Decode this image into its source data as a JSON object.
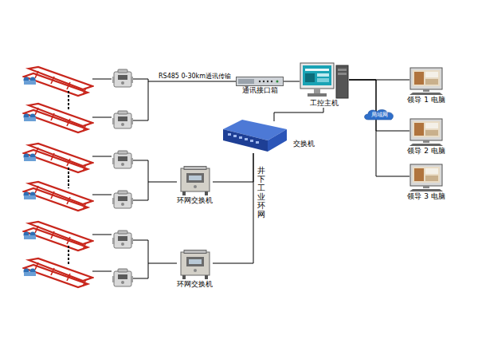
{
  "diagram": {
    "nodes": [
      {
        "text": [
          "通讯接口箱"
        ]
      },
      {
        "text": [
          "工控主机"
        ]
      },
      {
        "text": [
          "交换机"
        ]
      },
      {
        "text": [
          "环网交换机"
        ]
      },
      {
        "text": [
          "环网交换机"
        ]
      },
      {
        "text": [
          "局域网"
        ]
      },
      {
        "text": [
          "领导 1 电脑"
        ]
      },
      {
        "text": [
          "领导 2 电脑"
        ]
      },
      {
        "text": [
          "领导 3 电脑"
        ]
      }
    ],
    "edges": [
      {
        "from": 0,
        "to": 1,
        "arrow": "none"
      },
      {
        "from": 2,
        "to": 1,
        "arrow": "none"
      },
      {
        "from": 3,
        "to": 2,
        "arrow": "none"
      },
      {
        "from": 4,
        "to": 2,
        "arrow": "none"
      },
      {
        "from": 1,
        "to": 6,
        "arrow": "none"
      },
      {
        "from": 1,
        "to": 7,
        "arrow": "none"
      },
      {
        "from": 1,
        "to": 8,
        "arrow": "none"
      }
    ],
    "labels": [
      "RS485 0-30km通讯传输",
      "井下工业环网"
    ]
  }
}
